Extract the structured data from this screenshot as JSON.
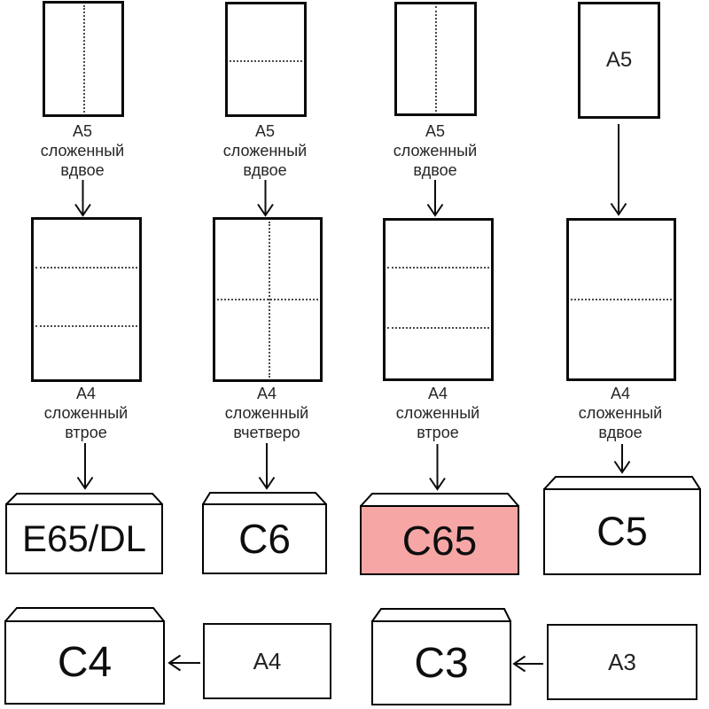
{
  "colors": {
    "background": "#ffffff",
    "line": "#000000",
    "fold_line": "#4a4a4a",
    "label_text": "#262626",
    "highlight_body": "#f7a6a6",
    "highlight_flap": "#f9b0b0"
  },
  "columns": [
    {
      "top_label": [
        "A5",
        "сложенный",
        "вдвое"
      ],
      "mid_label": [
        "A4",
        "сложенный",
        "втрое"
      ],
      "envelope_label": "E65/DL",
      "highlighted": false
    },
    {
      "top_label": [
        "A5",
        "сложенный",
        "вдвое"
      ],
      "mid_label": [
        "A4",
        "сложенный",
        "вчетверо"
      ],
      "envelope_label": "C6",
      "highlighted": false
    },
    {
      "top_label": [
        "A5",
        "сложенный",
        "вдвое"
      ],
      "mid_label": [
        "A4",
        "сложенный",
        "втрое"
      ],
      "envelope_label": "C65",
      "highlighted": true
    },
    {
      "top_sheet_label": "A5",
      "mid_label": [
        "A4",
        "сложенный",
        "вдвое"
      ],
      "envelope_label": "C5",
      "highlighted": false
    }
  ],
  "bottom_row": [
    {
      "envelope_label": "C4",
      "sheet_label": "A4"
    },
    {
      "envelope_label": "C3",
      "sheet_label": "A3"
    }
  ]
}
